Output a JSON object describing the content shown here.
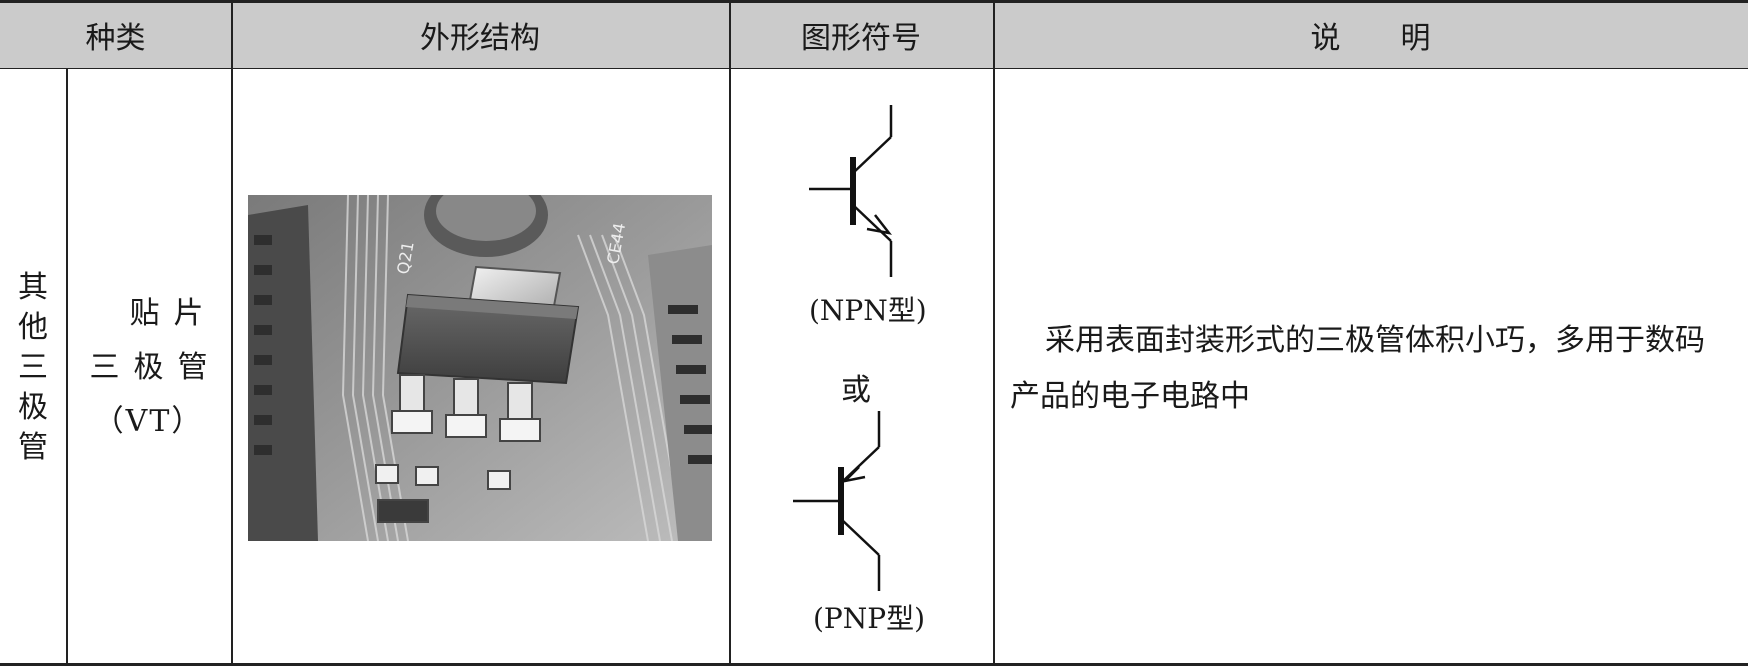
{
  "table": {
    "headers": {
      "type": "种类",
      "appearance": "外形结构",
      "symbol": "图形符号",
      "description": "说　　明"
    },
    "category_chars": [
      "其",
      "他",
      "三",
      "极",
      "管"
    ],
    "subtype_lines": [
      "贴片",
      "三极管",
      "（VT）"
    ],
    "symbols": {
      "npn_label": "(NPN型)",
      "or_label": "或",
      "pnp_label": "(PNP型)"
    },
    "description_text": "采用表面封装形式的三极管体积小巧，多用于数码产品的电子电路中"
  },
  "photo": {
    "pcb_silkscreen_1": "Q21",
    "pcb_silkscreen_2": "CE44"
  },
  "colors": {
    "header_bg": "#cbcbcb",
    "rule": "#222222"
  }
}
